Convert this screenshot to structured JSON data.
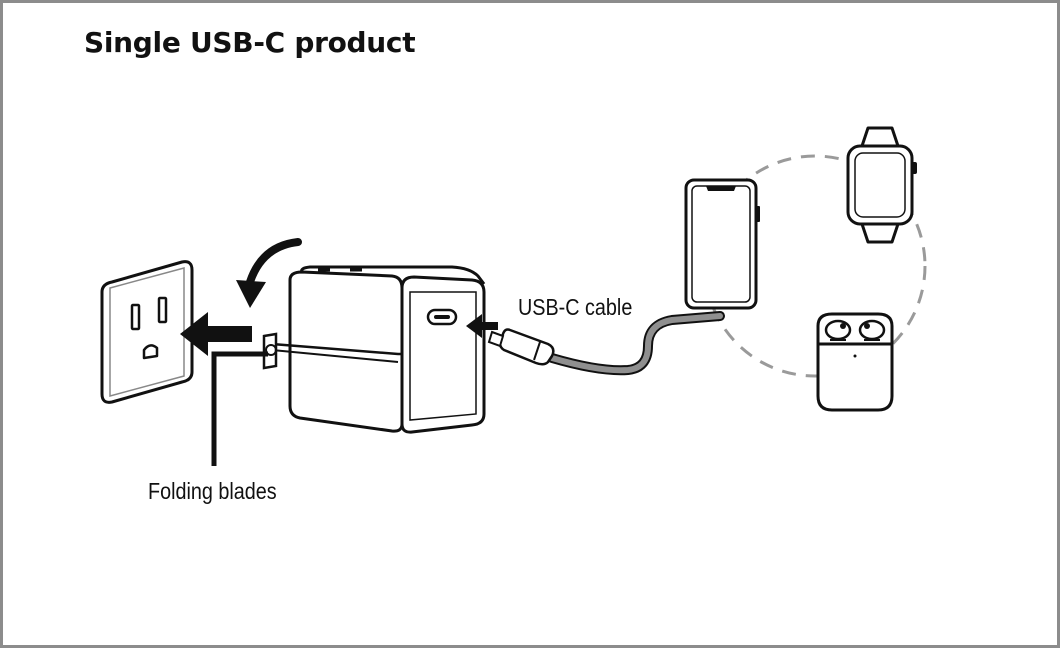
{
  "title": "Single USB-C product",
  "labels": {
    "usb_c_cable": "USB-C cable",
    "folding_blades": "Folding blades"
  },
  "colors": {
    "line": "#111111",
    "cable": "#8f8f8f",
    "dashed_circle": "#9a9a9a",
    "frame": "#8c8c8c"
  }
}
